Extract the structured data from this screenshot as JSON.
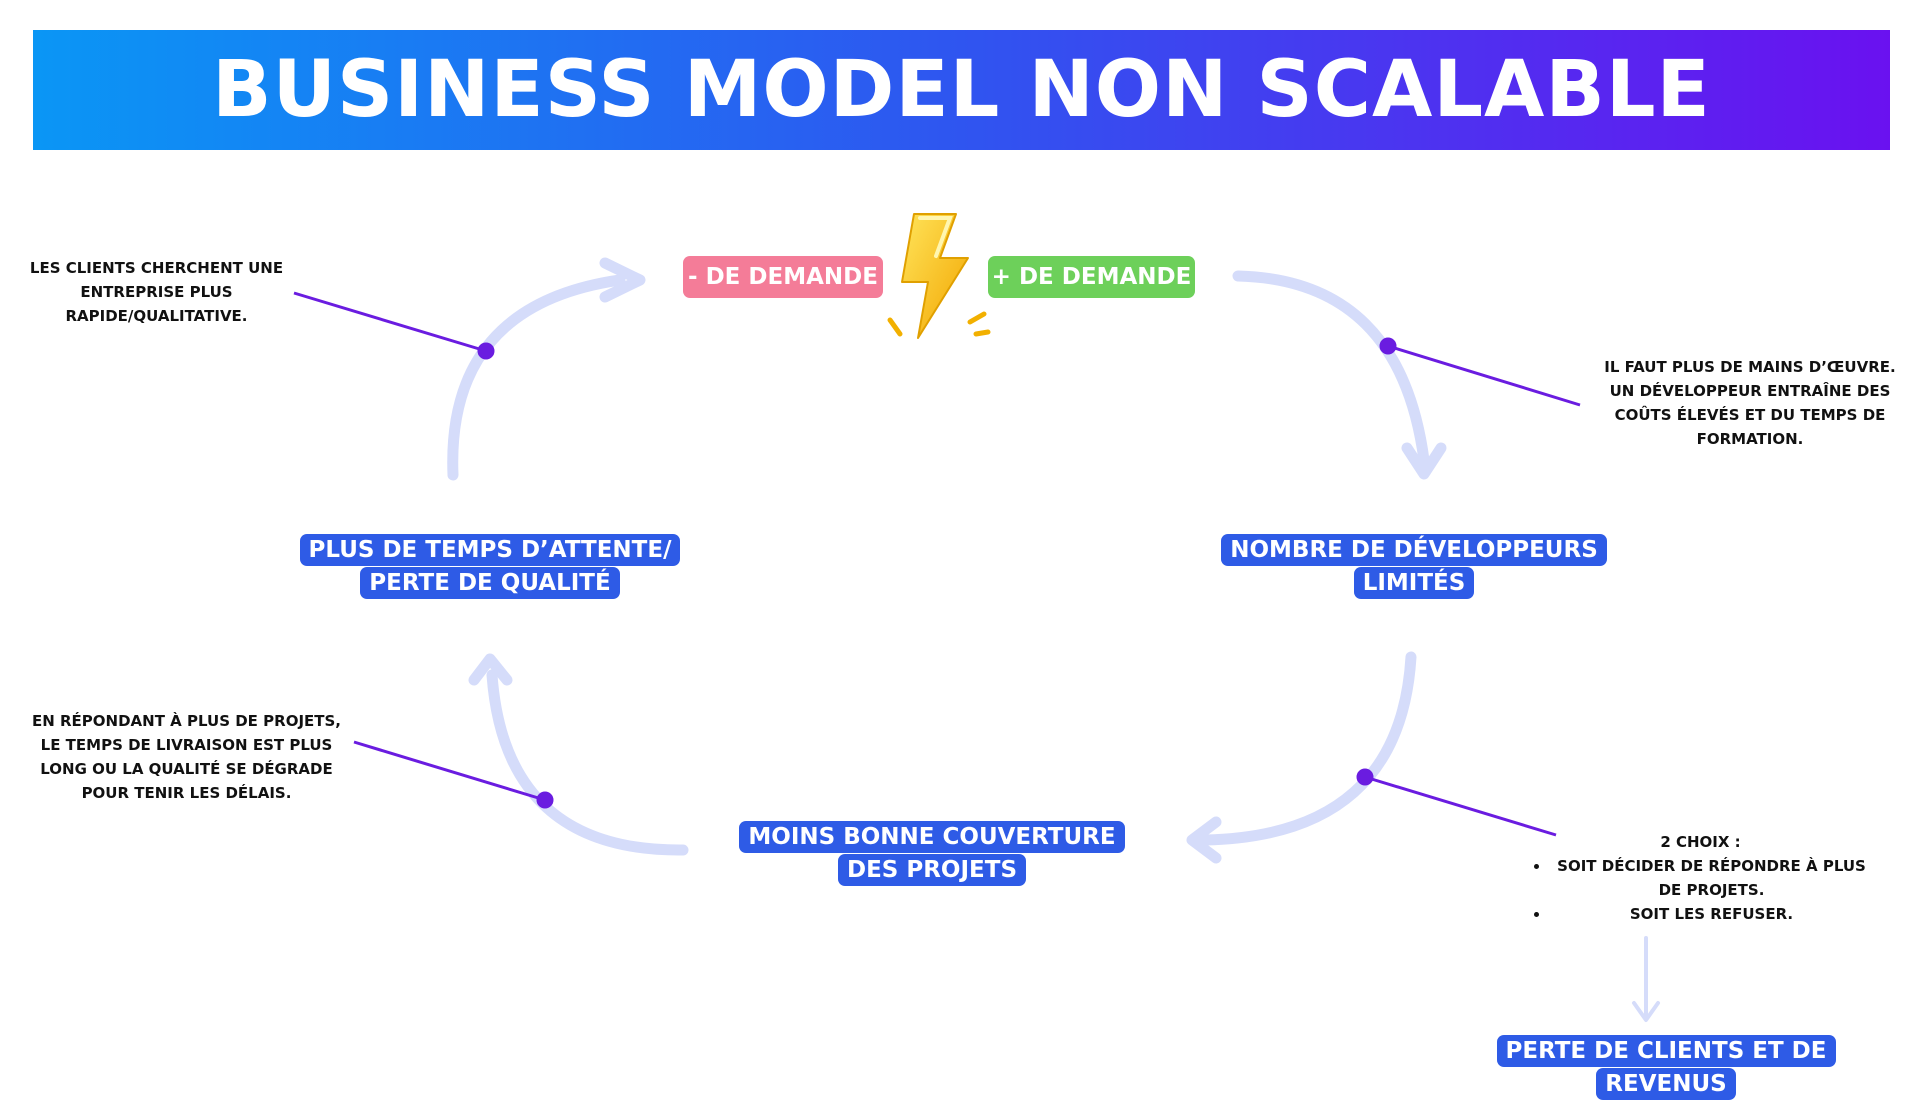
{
  "title": "BUSINESS MODEL NON SCALABLE",
  "colors": {
    "pill": "#2e5be6",
    "less_demand": "#f47c98",
    "more_demand": "#6dd05a",
    "arrow": "#d5dcfa",
    "connector": "#6a1ce0"
  },
  "badges": {
    "less_demand": "- DE DEMANDE",
    "more_demand": "+ DE DEMANDE",
    "icon": "lightning-bolt-icon"
  },
  "nodes": {
    "developers": [
      "NOMBRE DE DÉVELOPPEURS",
      "LIMITÉS"
    ],
    "coverage": [
      "MOINS BONNE COUVERTURE",
      "DES PROJETS"
    ],
    "wait": [
      "PLUS DE TEMPS D’ATTENTE/",
      "PERTE DE QUALITÉ"
    ],
    "loss": "PERTE DE CLIENTS ET DE REVENUS"
  },
  "notes": {
    "top_left": [
      "LES CLIENTS CHERCHENT UNE",
      "ENTREPRISE PLUS",
      "RAPIDE/QUALITATIVE."
    ],
    "top_right": [
      "IL FAUT PLUS DE MAINS D’ŒUVRE.",
      "UN DÉVELOPPEUR ENTRAÎNE DES",
      "COÛTS ÉLEVÉS ET DU TEMPS DE",
      "FORMATION."
    ],
    "bottom_left": [
      "EN RÉPONDANT À PLUS DE PROJETS,",
      "LE TEMPS DE LIVRAISON EST PLUS",
      "LONG OU LA QUALITÉ SE DÉGRADE",
      "POUR TENIR LES DÉLAIS."
    ],
    "choices": {
      "heading": "2 CHOIX :",
      "items": [
        "SOIT DÉCIDER DE RÉPONDRE À PLUS DE PROJETS.",
        "SOIT LES REFUSER."
      ]
    }
  }
}
